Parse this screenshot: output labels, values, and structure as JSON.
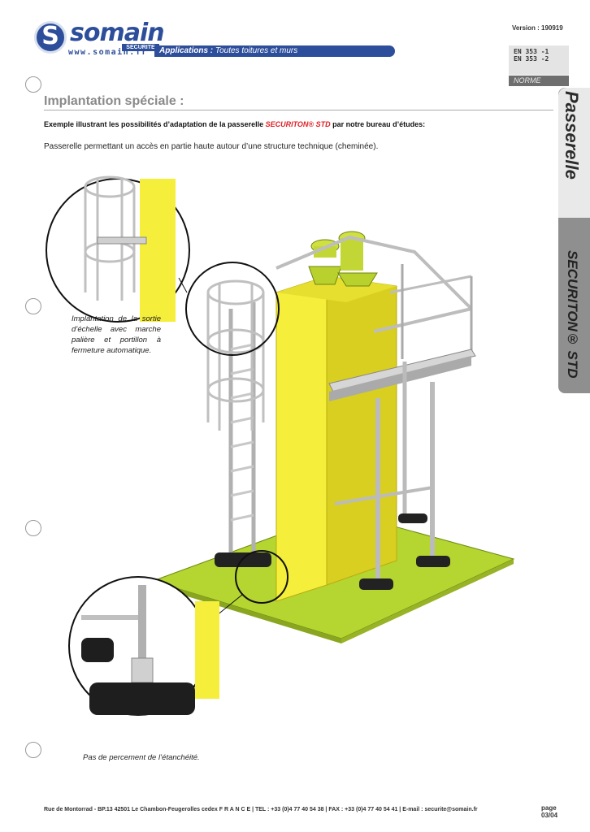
{
  "header": {
    "logo_text": "somain",
    "logo_sub": "SECURITE",
    "logo_letter": "S",
    "website": "www.somain.fr",
    "app_label": "Applications :",
    "app_value": "Toutes toitures et murs",
    "version": "Version : 190919",
    "norms": [
      "EN 353 -1",
      "EN 353 -2"
    ],
    "norme_label": "NORME"
  },
  "side_tab": {
    "title": "Passerelle",
    "subtitle": "SECURITON® STD"
  },
  "content": {
    "title": "Implantation spéciale :",
    "intro_before": "Exemple illustrant les possibilités d’adaptation de la passerelle ",
    "intro_brand": "SECURITON® STD",
    "intro_after": " par notre bureau d’études:",
    "description": "Passerelle permettant un accès en partie haute autour d’une structure technique (cheminée).",
    "caption_top": "Implantation de la sortie d’échelle avec marche palière et portillon à fermeture automatique.",
    "caption_bottom": "Pas de percement de l’étanchéité."
  },
  "footer": {
    "address": "Rue de Montorrad - BP.13 42501 Le Chambon-Feugerolles cedex F R A N C E | TEL : +33 (0)4 77 40 54 38 | FAX : +33 (0)4 77 40 54 41 | E-mail : securite@somain.fr",
    "page_label": "page",
    "page_number": "03/04"
  },
  "colors": {
    "brand_blue": "#2d4e9a",
    "accent_red": "#e01e24",
    "structure_yellow": "#f5ee3a",
    "base_green": "#b5d531",
    "metal": "#c8c8c8"
  }
}
